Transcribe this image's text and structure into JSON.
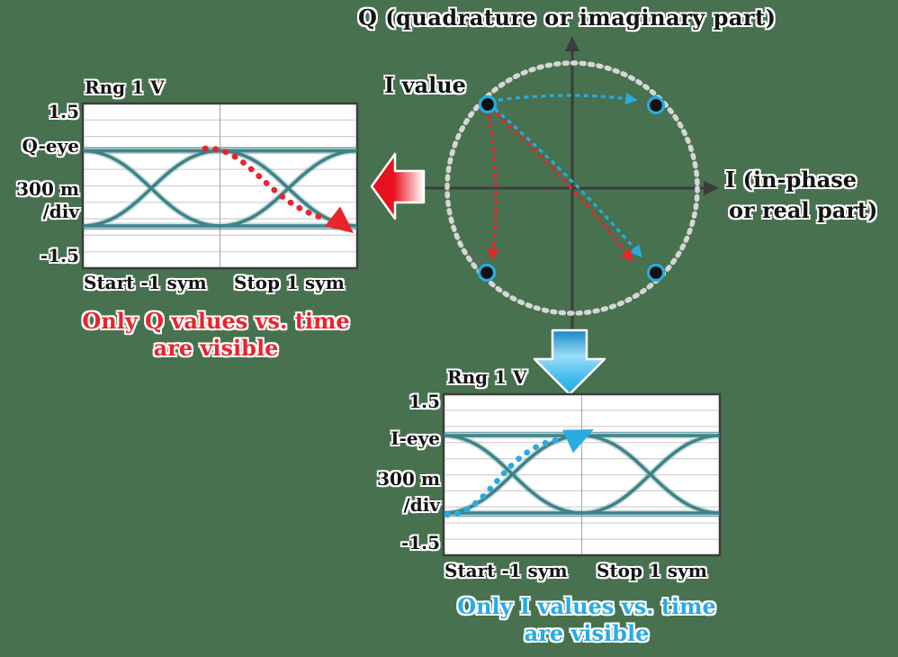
{
  "title_q_axis": "Q (quadrature or imaginary part)",
  "constellation": {
    "i_value_label": "I value",
    "i_axis_line1": "I (in-phase",
    "i_axis_line2": "or real part)",
    "points": [
      "upper-left",
      "upper-right",
      "lower-left",
      "lower-right"
    ],
    "icons": {
      "red_left_arrow": "big-arrow-left",
      "blue_down_arrow": "big-arrow-down"
    }
  },
  "colors": {
    "background": "#47714f",
    "red": "#e8242c",
    "blue": "#29abe2",
    "trace_teal": "#2f7a7e",
    "axis": "#3c3c3c",
    "circle": "#d6d6d6"
  },
  "q_panel": {
    "range_label": "Rng 1 V",
    "y_max": "1.5",
    "y_eye": "Q-eye",
    "y_div": "300 m",
    "y_div2": "/div",
    "y_min": "-1.5",
    "x_start": "Start -1 sym",
    "x_stop": "Stop 1 sym",
    "caption_line1": "Only Q values vs. time",
    "caption_line2": "are visible"
  },
  "i_panel": {
    "range_label": "Rng 1 V",
    "y_max": "1.5",
    "y_eye": "I-eye",
    "y_div": "300 m",
    "y_div2": "/div",
    "y_min": "-1.5",
    "x_start": "Start -1 sym",
    "x_stop": "Stop 1 sym",
    "caption_line1": "Only I values vs. time",
    "caption_line2": "are visible"
  }
}
